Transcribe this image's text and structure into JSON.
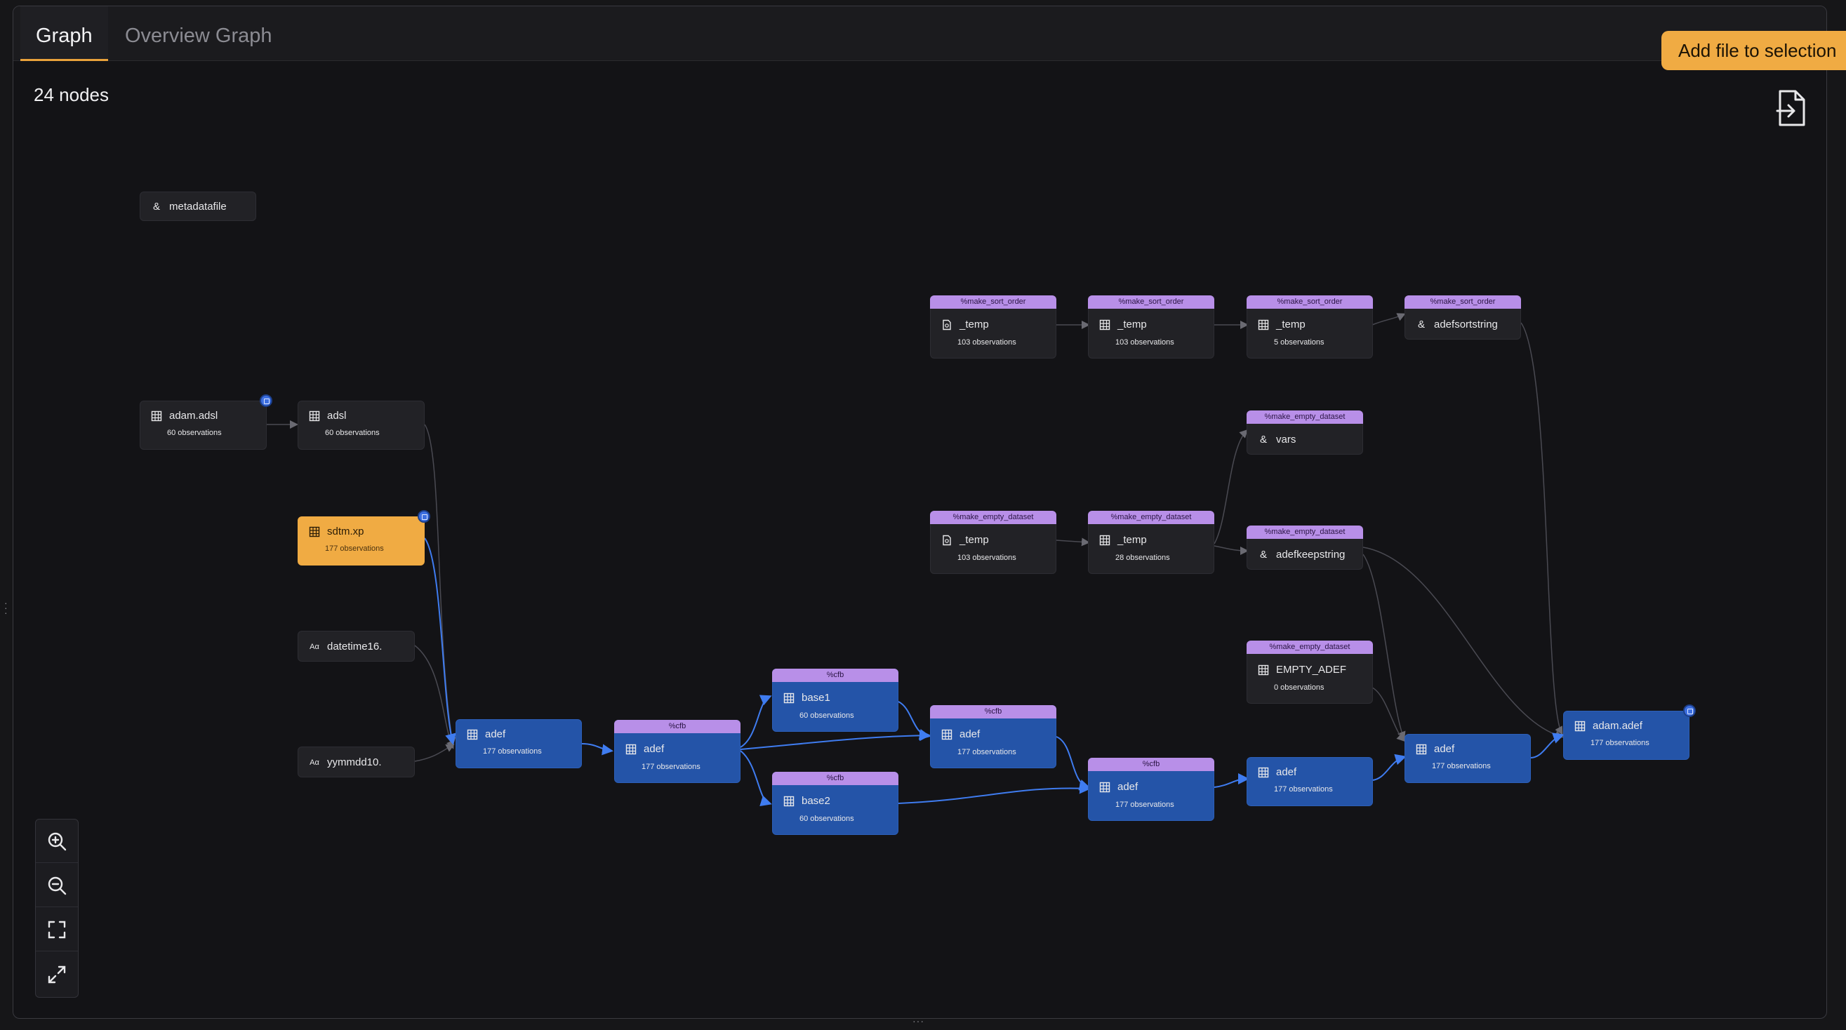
{
  "tabs": [
    {
      "label": "Graph",
      "active": true
    },
    {
      "label": "Overview Graph",
      "active": false
    }
  ],
  "actions": {
    "add_file_label": "Add file to selection"
  },
  "graph": {
    "node_count_label": "24 nodes"
  },
  "colors": {
    "accent": "#f0ab43",
    "node_default": "#222226",
    "node_selected": "#2454a8",
    "node_highlight": "#f0ab43",
    "macro_header": "#b88fe8",
    "edge_default": "#4a4a52",
    "edge_selected": "#3f7cf0"
  },
  "nodes": {
    "metadatafile": {
      "icon": "ampersand-icon",
      "name": "metadatafile"
    },
    "adam_adsl": {
      "icon": "table-icon",
      "name": "adam.adsl",
      "obs": "60 observations"
    },
    "adsl": {
      "icon": "table-icon",
      "name": "adsl",
      "obs": "60 observations"
    },
    "sdtm_xp": {
      "icon": "table-icon",
      "name": "sdtm.xp",
      "obs": "177 observations"
    },
    "datetime16": {
      "icon": "format-icon",
      "name": "datetime16."
    },
    "yymmdd10": {
      "icon": "format-icon",
      "name": "yymmdd10."
    },
    "adef_1": {
      "icon": "table-icon",
      "name": "adef",
      "obs": "177 observations"
    },
    "adef_2": {
      "macro": "%cfb",
      "icon": "table-icon",
      "name": "adef",
      "obs": "177 observations"
    },
    "base1": {
      "macro": "%cfb",
      "icon": "table-icon",
      "name": "base1",
      "obs": "60 observations"
    },
    "base2": {
      "macro": "%cfb",
      "icon": "table-icon",
      "name": "base2",
      "obs": "60 observations"
    },
    "adef_3": {
      "macro": "%cfb",
      "icon": "table-icon",
      "name": "adef",
      "obs": "177 observations"
    },
    "adef_4": {
      "macro": "%cfb",
      "icon": "table-icon",
      "name": "adef",
      "obs": "177 observations"
    },
    "adef_5": {
      "icon": "table-icon",
      "name": "adef",
      "obs": "177 observations"
    },
    "adef_6": {
      "icon": "table-icon",
      "name": "adef",
      "obs": "177 observations"
    },
    "adam_adef": {
      "icon": "table-icon",
      "name": "adam.adef",
      "obs": "177 observations"
    },
    "temp_sort_1": {
      "macro": "%make_sort_order",
      "icon": "view-icon",
      "name": "_temp",
      "obs": "103 observations"
    },
    "temp_sort_2": {
      "macro": "%make_sort_order",
      "icon": "table-icon",
      "name": "_temp",
      "obs": "103 observations"
    },
    "temp_sort_3": {
      "macro": "%make_sort_order",
      "icon": "table-icon",
      "name": "_temp",
      "obs": "5 observations"
    },
    "adefsortstring": {
      "macro": "%make_sort_order",
      "icon": "ampersand-icon",
      "name": "adefsortstring"
    },
    "vars": {
      "macro": "%make_empty_dataset",
      "icon": "ampersand-icon",
      "name": "vars"
    },
    "temp_empty_1": {
      "macro": "%make_empty_dataset",
      "icon": "view-icon",
      "name": "_temp",
      "obs": "103 observations"
    },
    "temp_empty_2": {
      "macro": "%make_empty_dataset",
      "icon": "table-icon",
      "name": "_temp",
      "obs": "28 observations"
    },
    "adefkeepstring": {
      "macro": "%make_empty_dataset",
      "icon": "ampersand-icon",
      "name": "adefkeepstring"
    },
    "empty_adef": {
      "macro": "%make_empty_dataset",
      "icon": "table-icon",
      "name": "EMPTY_ADEF",
      "obs": "0 observations"
    }
  },
  "controls": [
    "zoom-in-icon",
    "zoom-out-icon",
    "fit-view-icon",
    "fullscreen-icon"
  ]
}
